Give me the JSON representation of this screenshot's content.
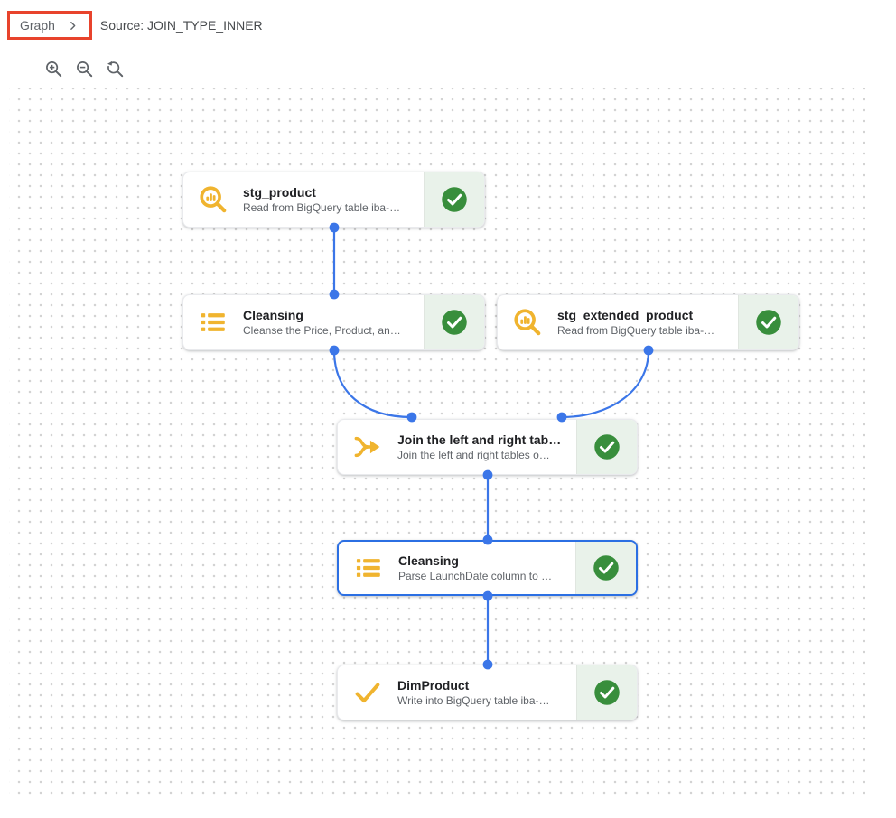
{
  "breadcrumb": {
    "graph": "Graph",
    "source": "Source: JOIN_TYPE_INNER"
  },
  "toolbar": {
    "icons": [
      "zoom-in-icon",
      "zoom-out-icon",
      "zoom-reset-icon"
    ]
  },
  "colors": {
    "edge_blue": "#3b76e8",
    "selection_blue": "#2b6fe3",
    "icon_yellow": "#f0b42f",
    "success_green": "#388e3c",
    "success_bg": "#e9f2ea",
    "annotation_red": "#e8432c"
  },
  "nodes": [
    {
      "id": "stg_product",
      "title": "stg_product",
      "subtitle": "Read from BigQuery table iba-…",
      "icon": "search-insights-icon",
      "status": "success",
      "selected": false
    },
    {
      "id": "cleansing_1",
      "title": "Cleansing",
      "subtitle": "Cleanse the Price, Product, an…",
      "icon": "list-icon",
      "status": "success",
      "selected": false
    },
    {
      "id": "stg_extended_product",
      "title": "stg_extended_product",
      "subtitle": "Read from BigQuery table iba-…",
      "icon": "search-insights-icon",
      "status": "success",
      "selected": false
    },
    {
      "id": "join",
      "title": "Join the left and right tab…",
      "subtitle": "Join the left and right tables o…",
      "icon": "merge-join-icon",
      "status": "success",
      "selected": false
    },
    {
      "id": "cleansing_2",
      "title": "Cleansing",
      "subtitle": "Parse LaunchDate column to …",
      "icon": "list-icon",
      "status": "success",
      "selected": true
    },
    {
      "id": "dim_product",
      "title": "DimProduct",
      "subtitle": "Write into BigQuery table iba-…",
      "icon": "check-icon",
      "status": "success",
      "selected": false
    }
  ],
  "edges": [
    {
      "from": "stg_product",
      "to": "cleansing_1"
    },
    {
      "from": "cleansing_1",
      "to": "join"
    },
    {
      "from": "stg_extended_product",
      "to": "join"
    },
    {
      "from": "join",
      "to": "cleansing_2"
    },
    {
      "from": "cleansing_2",
      "to": "dim_product"
    }
  ]
}
